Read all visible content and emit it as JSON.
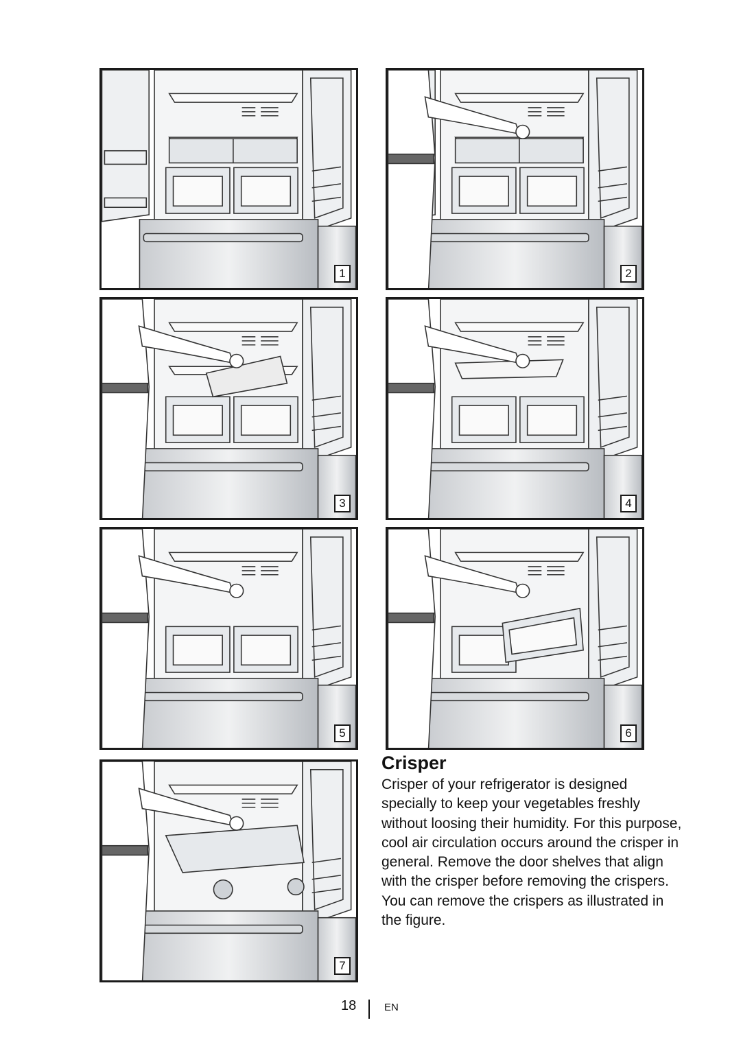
{
  "figures": [
    {
      "step": "1",
      "kind": "open"
    },
    {
      "step": "2",
      "kind": "door-shelf"
    },
    {
      "step": "3",
      "kind": "drawer-out"
    },
    {
      "step": "4",
      "kind": "shelf-out"
    },
    {
      "step": "5",
      "kind": "reach"
    },
    {
      "step": "6",
      "kind": "crisper-lift"
    },
    {
      "step": "7",
      "kind": "crisper-out"
    }
  ],
  "section": {
    "title": "Crisper",
    "body": "Crisper of your refrigerator is designed specially to keep your vegetables freshly without loosing their humidity. For this purpose, cool air circulation occurs around the crisper in general. Remove the door shelves that align with the crisper before removing the crispers.  You can remove the crispers as illustrated in the figure."
  },
  "footer": {
    "page_number": "18",
    "language": "EN"
  }
}
